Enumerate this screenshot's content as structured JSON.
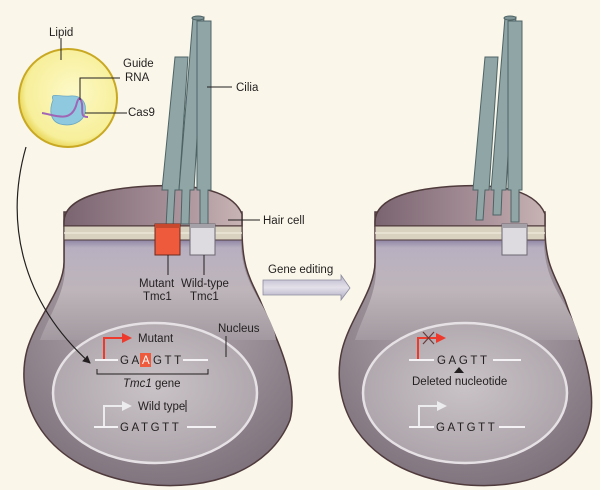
{
  "labels": {
    "lipid": "Lipid",
    "guide_rna_line1": "Guide",
    "guide_rna_line2": "RNA",
    "cas9": "Cas9",
    "cilia": "Cilia",
    "hair_cell": "Hair cell",
    "mutant_tmc1_line1": "Mutant",
    "mutant_tmc1_line2": "Tmc1",
    "wildtype_tmc1_line1": "Wild-type",
    "wildtype_tmc1_line2": "Tmc1",
    "gene_editing": "Gene editing",
    "nucleus": "Nucleus"
  },
  "before": {
    "mutant_label": "Mutant",
    "mutant_seq_pre": "GA",
    "mutant_seq_highlight": "A",
    "mutant_seq_post": "GTT",
    "gene_label_italic": "Tmc1",
    "gene_label_rest": " gene",
    "wildtype_label": "Wild type",
    "wildtype_seq": "GATGTT"
  },
  "after": {
    "edited_seq": "GAGTT",
    "deleted_label": "Deleted nucleotide",
    "wildtype_seq": "GATGTT"
  },
  "colors": {
    "background": "#faf7ea",
    "cell_body": "#b3a9b0",
    "cell_outer": "#8b7f88",
    "cell_outline": "#4f3a3c",
    "cilia": "#8fa5a6",
    "mutant_red": "#ee5a3c",
    "wildtype_grey": "#dedbe0",
    "lipid_yellow": "#f7ef9a",
    "cas9_blue": "#8fc9e0",
    "rna_purple": "#a065b5"
  }
}
